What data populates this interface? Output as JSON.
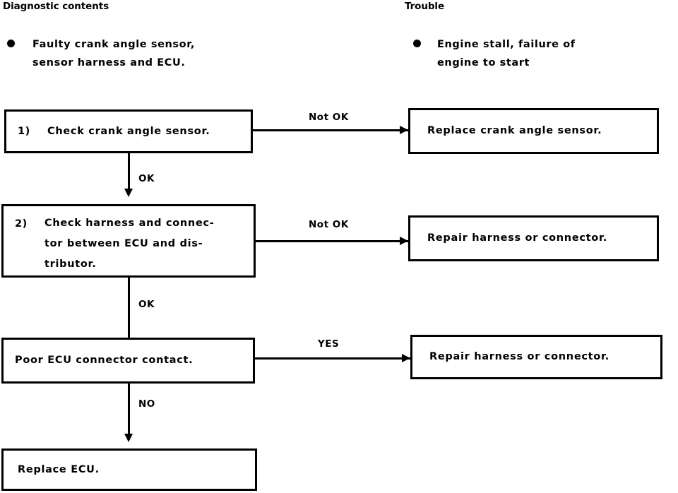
{
  "headings": {
    "left": "Diagnostic contents",
    "right": "Trouble"
  },
  "summary": {
    "diagnostic": "Faulty crank angle sensor,\nsensor harness and ECU.",
    "trouble": "Engine stall, failure of\nengine to start"
  },
  "flow": {
    "steps": [
      {
        "number": "1)",
        "text": "Check crank angle sensor.",
        "exit_label": "Not OK",
        "result": "Replace crank angle sensor.",
        "next_label": "OK"
      },
      {
        "number": "2)",
        "text": "Check harness and connec-\ntor between ECU and dis-\ntributor.",
        "exit_label": "Not OK",
        "result": "Repair harness or connector.",
        "next_label": "OK"
      },
      {
        "number": "",
        "text": "Poor ECU connector contact.",
        "exit_label": "YES",
        "result": "Repair harness or connector.",
        "next_label": "NO"
      },
      {
        "number": "",
        "text": "Replace ECU.",
        "exit_label": "",
        "result": "",
        "next_label": ""
      }
    ]
  },
  "colors": {
    "ink": "#000000",
    "paper": "#ffffff"
  }
}
